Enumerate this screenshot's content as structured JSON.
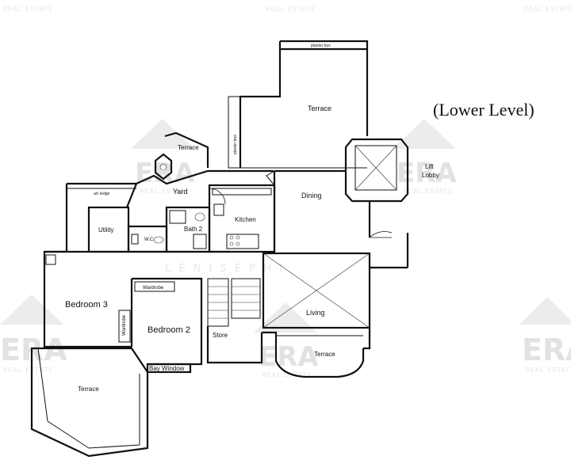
{
  "title": "(Lower Level)",
  "watermark": {
    "brand": "ERA",
    "tagline": "REAL ESTATE",
    "overlay": "L E N I S E   P H I"
  },
  "rooms": {
    "terrace_top": "Terrace",
    "planter_box_top": "planter box",
    "planter_box_side": "planter box",
    "terrace_upper_left": "Terrace",
    "ac_ledge": "a/c ledge",
    "yard": "Yard",
    "utility": "Utility",
    "wc": "W.C.",
    "bath2": "Bath 2",
    "kitchen": "Kitchen",
    "dining": "Dining",
    "lift_lobby_1": "Lift",
    "lift_lobby_2": "Lobby",
    "bedroom3": "Bedroom 3",
    "wardrobe_left": "Wardrobe",
    "wardrobe_top": "Wardrobe",
    "bedroom2": "Bedroom 2",
    "store": "Store",
    "living": "Living",
    "terrace_bottom": "Terrace",
    "terrace_lower_left": "Terrace",
    "bay_window": "Bay Window"
  },
  "colors": {
    "line": "#111111",
    "watermark": "#e2e2e2",
    "background": "#ffffff"
  }
}
